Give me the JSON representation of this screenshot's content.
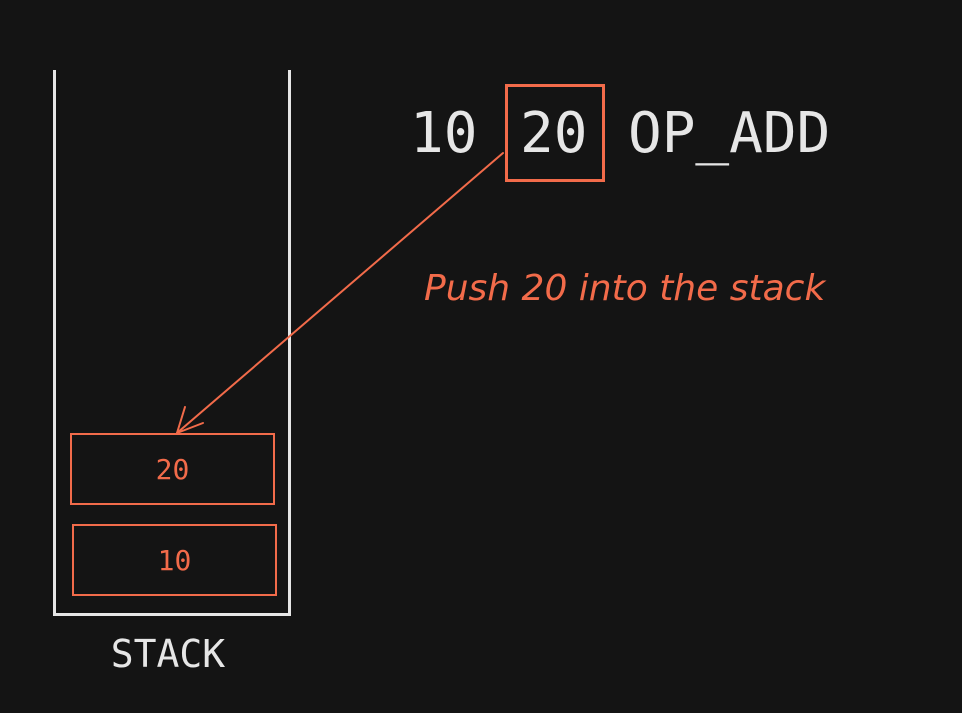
{
  "instruction": {
    "tokens": [
      "10",
      "20",
      "OP_ADD"
    ],
    "highlighted_index": 1
  },
  "annotation": {
    "text": "Push 20 into the stack"
  },
  "stack": {
    "label": "STACK",
    "items": [
      "20",
      "10"
    ]
  },
  "colors": {
    "background": "#141414",
    "foreground": "#e6e6e6",
    "accent": "#f26b4a"
  }
}
